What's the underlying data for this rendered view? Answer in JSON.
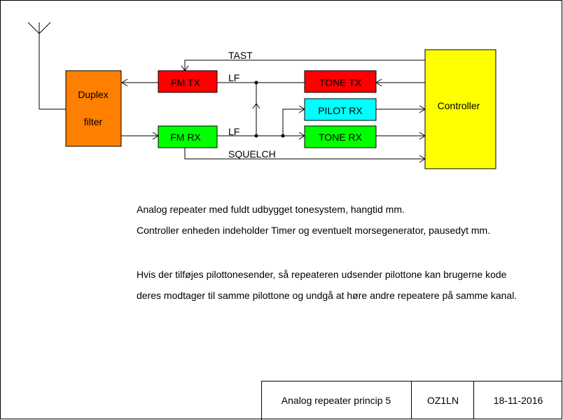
{
  "diagram": {
    "blocks": {
      "duplex_line1": "Duplex",
      "duplex_line2": "filter",
      "fm_tx": "FM TX",
      "fm_rx": "FM RX",
      "tone_tx": "TONE TX",
      "pilot_rx": "PILOT RX",
      "tone_rx": "TONE RX",
      "controller": "Controller"
    },
    "signals": {
      "tast": "TAST",
      "lf_tx": "LF",
      "lf_rx": "LF",
      "squelch": "SQUELCH"
    },
    "colors": {
      "duplex": "#FF8000",
      "fm_tx": "#FF0000",
      "tone_tx": "#FF0000",
      "fm_rx": "#00FF00",
      "tone_rx": "#00FF00",
      "pilot_rx": "#00FFFF",
      "controller": "#FFFF00"
    }
  },
  "notes": {
    "line1": "Analog repeater med fuldt udbygget tonesystem, hangtid mm.",
    "line2": "Controller enheden indeholder Timer og eventuelt morsegenerator, pausedyt mm.",
    "line3": "Hvis der tilføjes pilottonesender, så repeateren udsender pilottone kan brugerne kode",
    "line4": "deres modtager til samme pilottone og undgå at høre andre repeatere på samme kanal."
  },
  "title_block": {
    "title": "Analog repeater princip 5",
    "author": "OZ1LN",
    "date": "18-11-2016"
  }
}
